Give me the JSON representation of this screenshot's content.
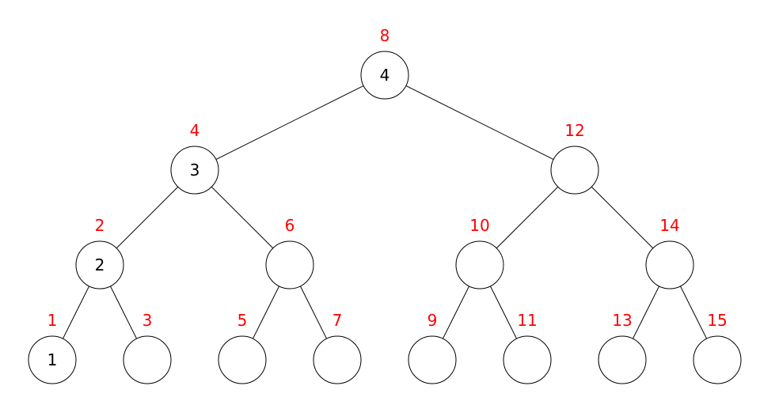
{
  "tree": {
    "index_color": "#ff0000",
    "node_fill": "#ffffff",
    "stroke_color": "#000000",
    "nodes": [
      {
        "index": "8",
        "value": "4",
        "depth": 0,
        "order": 0
      },
      {
        "index": "4",
        "value": "3",
        "depth": 1,
        "order": 0
      },
      {
        "index": "12",
        "value": "",
        "depth": 1,
        "order": 1
      },
      {
        "index": "2",
        "value": "2",
        "depth": 2,
        "order": 0
      },
      {
        "index": "6",
        "value": "",
        "depth": 2,
        "order": 1
      },
      {
        "index": "10",
        "value": "",
        "depth": 2,
        "order": 2
      },
      {
        "index": "14",
        "value": "",
        "depth": 2,
        "order": 3
      },
      {
        "index": "1",
        "value": "1",
        "depth": 3,
        "order": 0
      },
      {
        "index": "3",
        "value": "",
        "depth": 3,
        "order": 1
      },
      {
        "index": "5",
        "value": "",
        "depth": 3,
        "order": 2
      },
      {
        "index": "7",
        "value": "",
        "depth": 3,
        "order": 3
      },
      {
        "index": "9",
        "value": "",
        "depth": 3,
        "order": 4
      },
      {
        "index": "11",
        "value": "",
        "depth": 3,
        "order": 5
      },
      {
        "index": "13",
        "value": "",
        "depth": 3,
        "order": 6
      },
      {
        "index": "15",
        "value": "",
        "depth": 3,
        "order": 7
      }
    ],
    "edges": [
      [
        "8",
        "4"
      ],
      [
        "8",
        "12"
      ],
      [
        "4",
        "2"
      ],
      [
        "4",
        "6"
      ],
      [
        "12",
        "10"
      ],
      [
        "12",
        "14"
      ],
      [
        "2",
        "1"
      ],
      [
        "2",
        "3"
      ],
      [
        "6",
        "5"
      ],
      [
        "6",
        "7"
      ],
      [
        "10",
        "9"
      ],
      [
        "10",
        "11"
      ],
      [
        "14",
        "13"
      ],
      [
        "14",
        "15"
      ]
    ]
  }
}
